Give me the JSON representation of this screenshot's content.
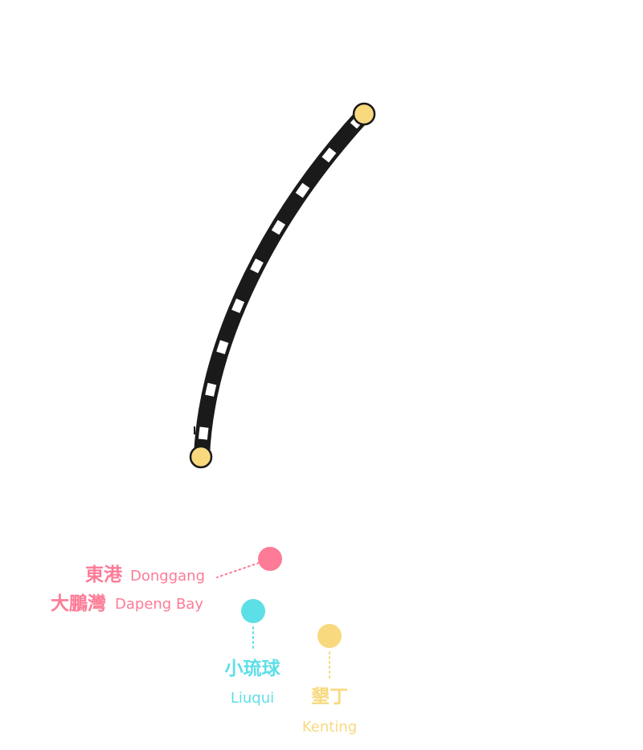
{
  "colors": {
    "route": "#1a1a1a",
    "route_dash": "#ffffff",
    "endpoint_fill": "#f8d97e",
    "endpoint_stroke": "#1a1a1a",
    "donggang": "#fd7b96",
    "liuqiu": "#5ddfe7",
    "kenting": "#f8d97e"
  },
  "places": {
    "donggang": {
      "name_zh": "東港",
      "name_en": "Donggang"
    },
    "dapeng": {
      "name_zh": "大鵬灣",
      "name_en": "Dapeng Bay"
    },
    "liuqiu": {
      "name_zh": "小琉球",
      "name_en": "Liuqui"
    },
    "kenting": {
      "name_zh": "墾丁",
      "name_en": "Kenting"
    }
  }
}
